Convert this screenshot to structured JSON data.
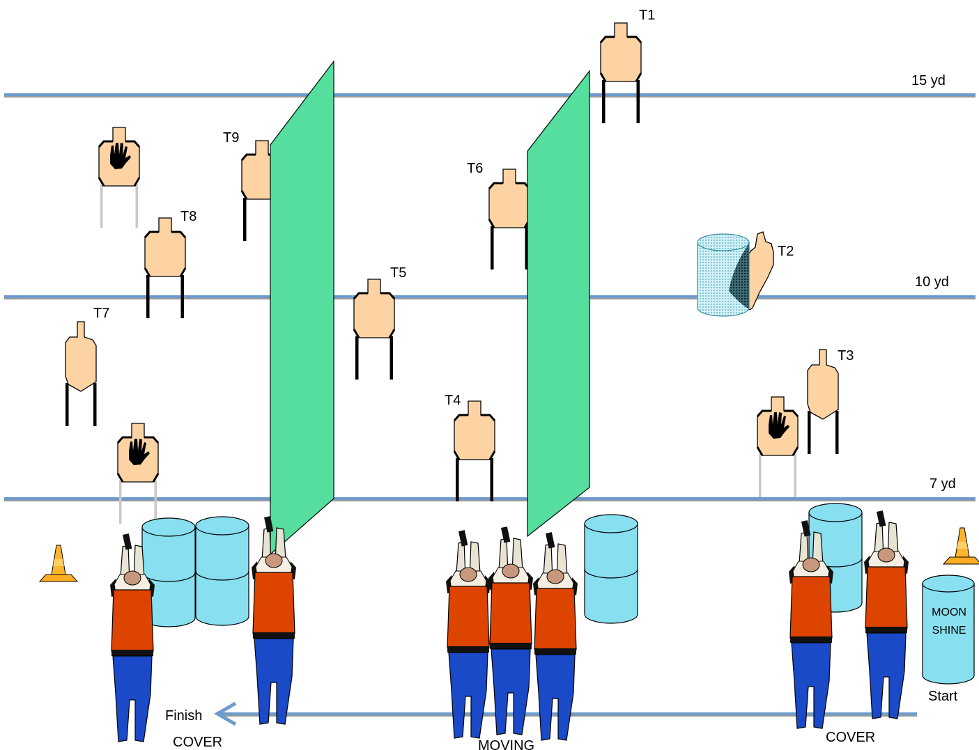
{
  "distances": {
    "d15": "15 yd",
    "d10": "10 yd",
    "d7": "7 yd"
  },
  "targets": {
    "t1": "T1",
    "t2": "T2",
    "t3": "T3",
    "t4": "T4",
    "t5": "T5",
    "t6": "T6",
    "t7": "T7",
    "t8": "T8",
    "t9": "T9"
  },
  "stations": {
    "cover_left": "COVER",
    "moving": "MOVING",
    "cover_right": "COVER"
  },
  "path": {
    "start": "Start",
    "finish": "Finish"
  },
  "barrel": {
    "line1": "MOON",
    "line2": "SHINE"
  },
  "colors": {
    "target_fill": "#fdd3a4",
    "wall_green": "#55de9e",
    "barrel_blue": "#87dff0",
    "line_blue": "#6e9bcc",
    "shirt": "#dd4400",
    "pants": "#1a4ac8",
    "cone": "#ffad22"
  }
}
